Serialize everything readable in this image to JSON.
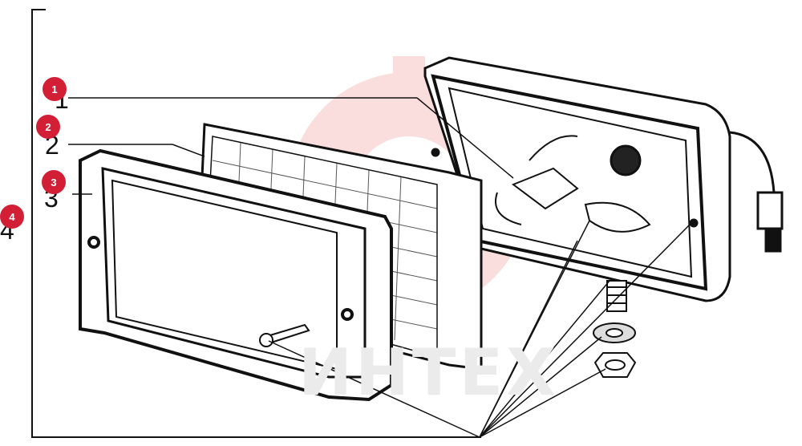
{
  "watermark": {
    "text": "ИНТЕХ",
    "color": "#f4b6b6"
  },
  "callouts": [
    {
      "number": "1",
      "side_label": "1"
    },
    {
      "number": "2",
      "side_label": "2"
    },
    {
      "number": "3",
      "side_label": "3"
    },
    {
      "number": "4",
      "side_label": "4"
    }
  ],
  "colors": {
    "badge": "#d21f35",
    "line": "#111111"
  }
}
